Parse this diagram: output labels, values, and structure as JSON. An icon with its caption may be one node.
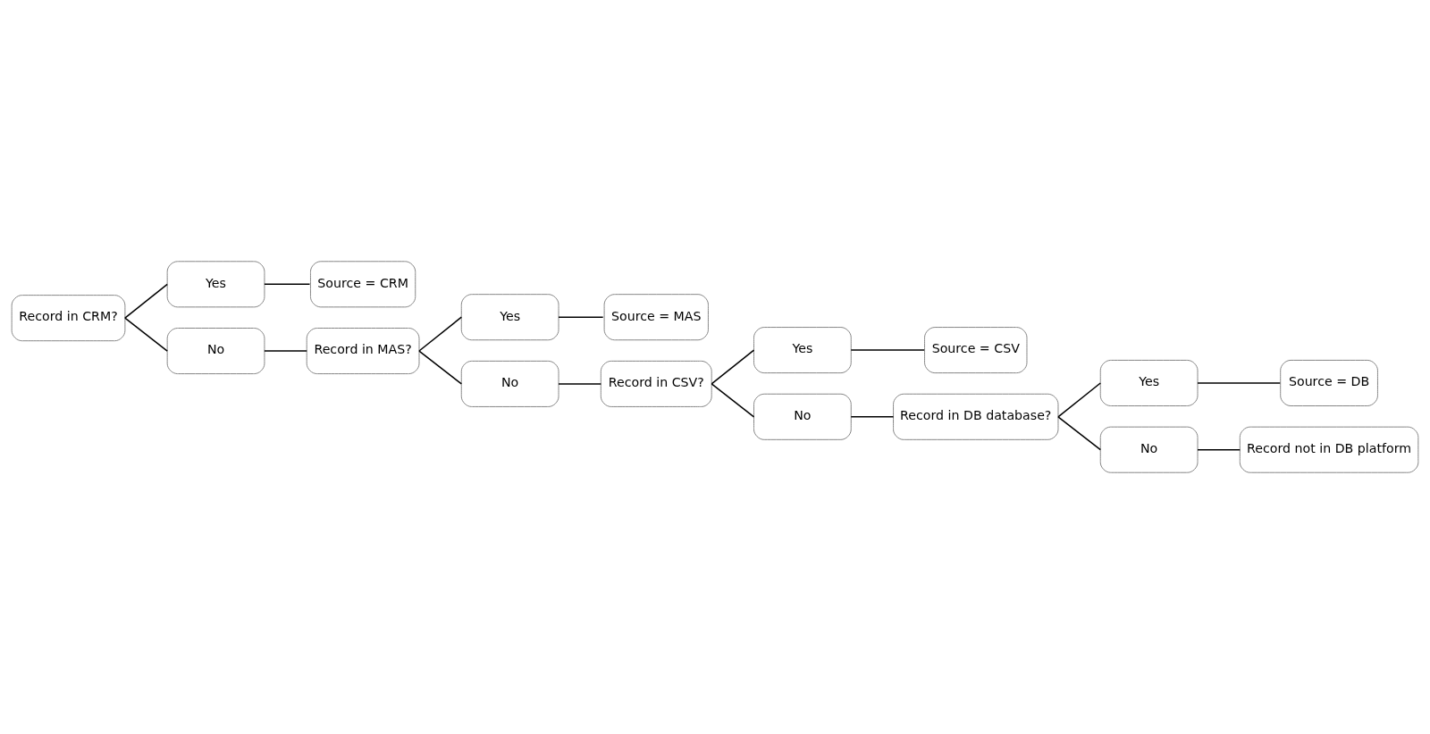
{
  "diagram": {
    "nodes": [
      {
        "text": [
          "Record in CRM?"
        ]
      },
      {
        "text": [
          "Yes"
        ]
      },
      {
        "text": [
          "Source = CRM"
        ]
      },
      {
        "text": [
          "No"
        ]
      },
      {
        "text": [
          "Record in MAS?"
        ]
      },
      {
        "text": [
          "Yes"
        ]
      },
      {
        "text": [
          "Source = MAS"
        ]
      },
      {
        "text": [
          "No"
        ]
      },
      {
        "text": [
          "Record in CSV?"
        ]
      },
      {
        "text": [
          "Yes"
        ]
      },
      {
        "text": [
          "Source = CSV"
        ]
      },
      {
        "text": [
          "No"
        ]
      },
      {
        "text": [
          "Record in DB database?"
        ]
      },
      {
        "text": [
          "Yes"
        ]
      },
      {
        "text": [
          "Source = DB"
        ]
      },
      {
        "text": [
          "No"
        ]
      },
      {
        "text": [
          "Record not in DB platform"
        ]
      }
    ],
    "edges": [
      {
        "from": 0,
        "to": 1,
        "arrow": "none"
      },
      {
        "from": 1,
        "to": 2,
        "arrow": "none"
      },
      {
        "from": 0,
        "to": 3,
        "arrow": "none"
      },
      {
        "from": 3,
        "to": 4,
        "arrow": "none"
      },
      {
        "from": 4,
        "to": 5,
        "arrow": "none"
      },
      {
        "from": 5,
        "to": 6,
        "arrow": "none"
      },
      {
        "from": 4,
        "to": 7,
        "arrow": "none"
      },
      {
        "from": 7,
        "to": 8,
        "arrow": "none"
      },
      {
        "from": 8,
        "to": 9,
        "arrow": "none"
      },
      {
        "from": 9,
        "to": 10,
        "arrow": "none"
      },
      {
        "from": 8,
        "to": 11,
        "arrow": "none"
      },
      {
        "from": 11,
        "to": 12,
        "arrow": "none"
      },
      {
        "from": 12,
        "to": 13,
        "arrow": "none"
      },
      {
        "from": 13,
        "to": 14,
        "arrow": "none"
      },
      {
        "from": 12,
        "to": 15,
        "arrow": "none"
      },
      {
        "from": 15,
        "to": 16,
        "arrow": "none"
      }
    ]
  }
}
